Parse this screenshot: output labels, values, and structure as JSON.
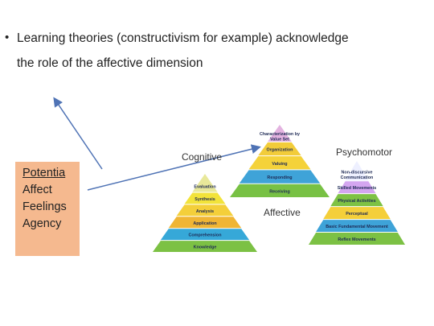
{
  "slide": {
    "bullet": "•",
    "line1": "Learning theories (constructivism for example) acknowledge",
    "line2": "the role of the affective dimension"
  },
  "box": {
    "items": [
      "Potentia",
      "Affect",
      "Feelings",
      "Agency"
    ]
  },
  "pyramids": {
    "cognitive": {
      "title": "Cognitive",
      "levels": [
        "Evaluation",
        "Synthesis",
        "Analysis",
        "Application",
        "Comprehension",
        "Knowledge"
      ]
    },
    "affective": {
      "title": "Affective",
      "levels": [
        "Characterization by Value Set",
        "Organization",
        "Valuing",
        "Responding",
        "Receiving"
      ]
    },
    "psychomotor": {
      "title": "Psychomotor",
      "levels": [
        "Non-discursive Communication",
        "Skilled Movements",
        "Physical Activities",
        "Perceptual",
        "Basic Fundamental Movement",
        "Reflex Movements"
      ]
    }
  },
  "colors": {
    "box": "#f5b98f",
    "arrow": "#4f73b5"
  }
}
